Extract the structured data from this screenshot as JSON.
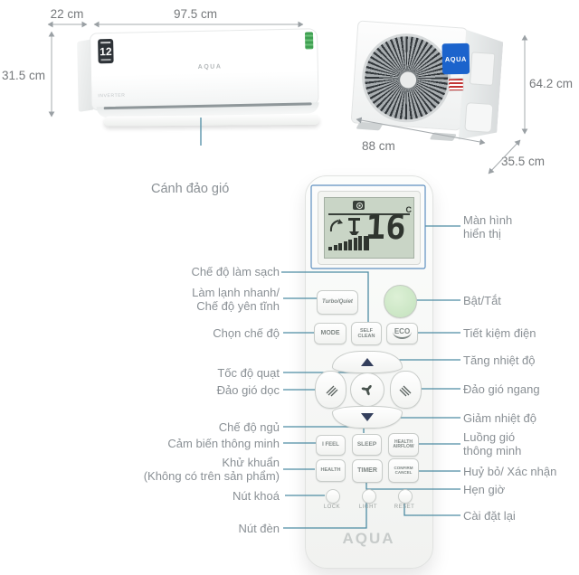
{
  "colors": {
    "callout_line": "#4D8CA3",
    "label_text": "#8A9095",
    "dimension_text": "#75787B",
    "aqua_blue": "#1B63CC",
    "power_button_green": "#CBE7C6",
    "lcd_background": "#C9D5C6",
    "lcd_segment": "#2F352F",
    "dpad_arrow_navy": "#333F5C"
  },
  "indoor_unit": {
    "depth_label": "22 cm",
    "width_label": "97.5 cm",
    "height_label": "31.5 cm",
    "warranty_badge": "12",
    "brand": "AQUA",
    "series_text": "INVERTER",
    "vane_callout": "Cánh đảo gió"
  },
  "outdoor_unit": {
    "height_label": "64.2 cm",
    "width_label": "88 cm",
    "depth_label": "35.5 cm",
    "brand": "AQUA"
  },
  "remote": {
    "brand": "AQUA",
    "display": {
      "temperature": "16",
      "unit": "C"
    },
    "buttons": {
      "turbo_quiet": "Turbo/Quiet",
      "mode": "MODE",
      "self_clean_line1": "SELF",
      "self_clean_line2": "CLEAN",
      "eco": "ECO",
      "i_feel": "I FEEL",
      "sleep": "SLEEP",
      "health_airflow_line1": "HEALTH",
      "health_airflow_line2": "AIRFLOW",
      "health": "HEALTH",
      "timer": "TIMER",
      "confirm_cancel_line1": "CONFIRM",
      "confirm_cancel_line2": "CANCEL",
      "lock": "LOCK",
      "light": "LIGHT",
      "reset": "RESET"
    }
  },
  "callouts_left": [
    {
      "text": "Chế độ làm sạch"
    },
    {
      "line1": "Làm lạnh nhanh/",
      "line2": "Chế độ yên tĩnh"
    },
    {
      "text": "Chọn chế độ"
    },
    {
      "text": "Tốc độ quạt"
    },
    {
      "text": "Đảo gió dọc"
    },
    {
      "text": "Chế độ ngủ"
    },
    {
      "text": "Cảm biến thông minh"
    },
    {
      "line1": "Khử khuẩn",
      "line2": "(Không có trên sản phẩm)"
    },
    {
      "text": "Nút khoá"
    },
    {
      "text": "Nút đèn"
    }
  ],
  "callouts_right": [
    {
      "line1": "Màn hình",
      "line2": "hiển thị"
    },
    {
      "text": "Bật/Tắt"
    },
    {
      "text": "Tiết kiệm điện"
    },
    {
      "text": "Tăng nhiệt độ"
    },
    {
      "text": "Đảo gió ngang"
    },
    {
      "text": "Giảm nhiệt độ"
    },
    {
      "line1": "Luồng gió",
      "line2": "thông minh"
    },
    {
      "text": "Huỷ bỏ/ Xác nhận"
    },
    {
      "text": "Hẹn giờ"
    },
    {
      "text": "Cài đặt lại"
    }
  ]
}
